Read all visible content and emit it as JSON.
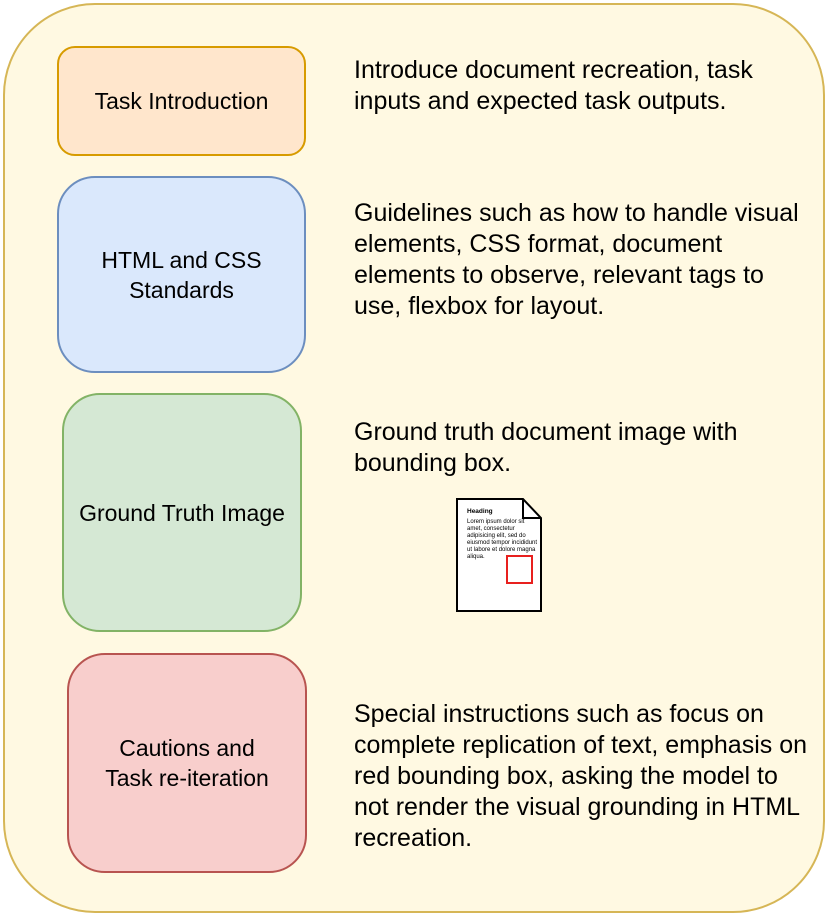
{
  "boxes": {
    "intro": "Task Introduction",
    "standards": "HTML and CSS\nStandards",
    "ground_truth": "Ground Truth Image",
    "cautions": "Cautions and\nTask re-iteration"
  },
  "descriptions": {
    "intro": "Introduce document recreation, task inputs and expected task outputs.",
    "standards": "Guidelines such as how to handle visual elements, CSS format, document elements to observe, relevant tags to use, flexbox for layout.",
    "ground_truth": "Ground truth document image with bounding box.",
    "cautions": "Special instructions such as focus on complete replication of text, emphasis on red bounding box, asking the model to not render the visual grounding in HTML recreation."
  },
  "document_icon": {
    "heading": "Heading",
    "body": "Lorem ipsum dolor sit amet, consectetur adipisicing elit, sed do eiusmod tempor incididunt ut labore et dolore magna aliqua."
  },
  "colors": {
    "panel_fill": "#fff9e2",
    "panel_stroke": "#d6b656",
    "intro_fill": "#ffe6cc",
    "intro_stroke": "#d79b00",
    "standards_fill": "#dae8fc",
    "standards_stroke": "#6c8ebf",
    "ground_truth_fill": "#d5e8d4",
    "ground_truth_stroke": "#82b366",
    "cautions_fill": "#f8cecc",
    "cautions_stroke": "#b85450",
    "bounding_box": "#e8201e"
  }
}
